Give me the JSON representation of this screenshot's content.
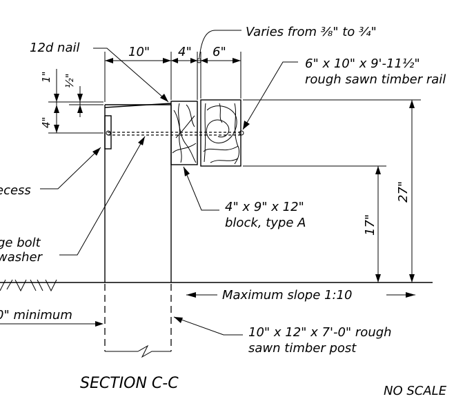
{
  "title": "SECTION C-C",
  "scale_note": "NO SCALE",
  "labels": {
    "varies": "Varies from ⅜\" to ¾\"",
    "nail": "12d nail",
    "rail_line1": "6\" x 10\" x 9'-11½\"",
    "rail_line2": "rough sawn timber rail",
    "recess": "ecess",
    "block_line1": "4\" x 9\" x 12\"",
    "block_line2": "block, type A",
    "bolt_line1": "ge bolt",
    "bolt_line2": "washer",
    "minimum": "0\" minimum",
    "slope": "Maximum slope 1:10",
    "post_line1": "10\" x 12\" x 7'-0\" rough",
    "post_line2": "sawn timber post"
  },
  "dimensions": {
    "post_width": "10\"",
    "block_width": "4\"",
    "rail_width": "6\"",
    "top_1": "1\"",
    "top_half": "½\"",
    "height_4": "4\"",
    "height_17": "17\"",
    "height_27": "27\""
  }
}
